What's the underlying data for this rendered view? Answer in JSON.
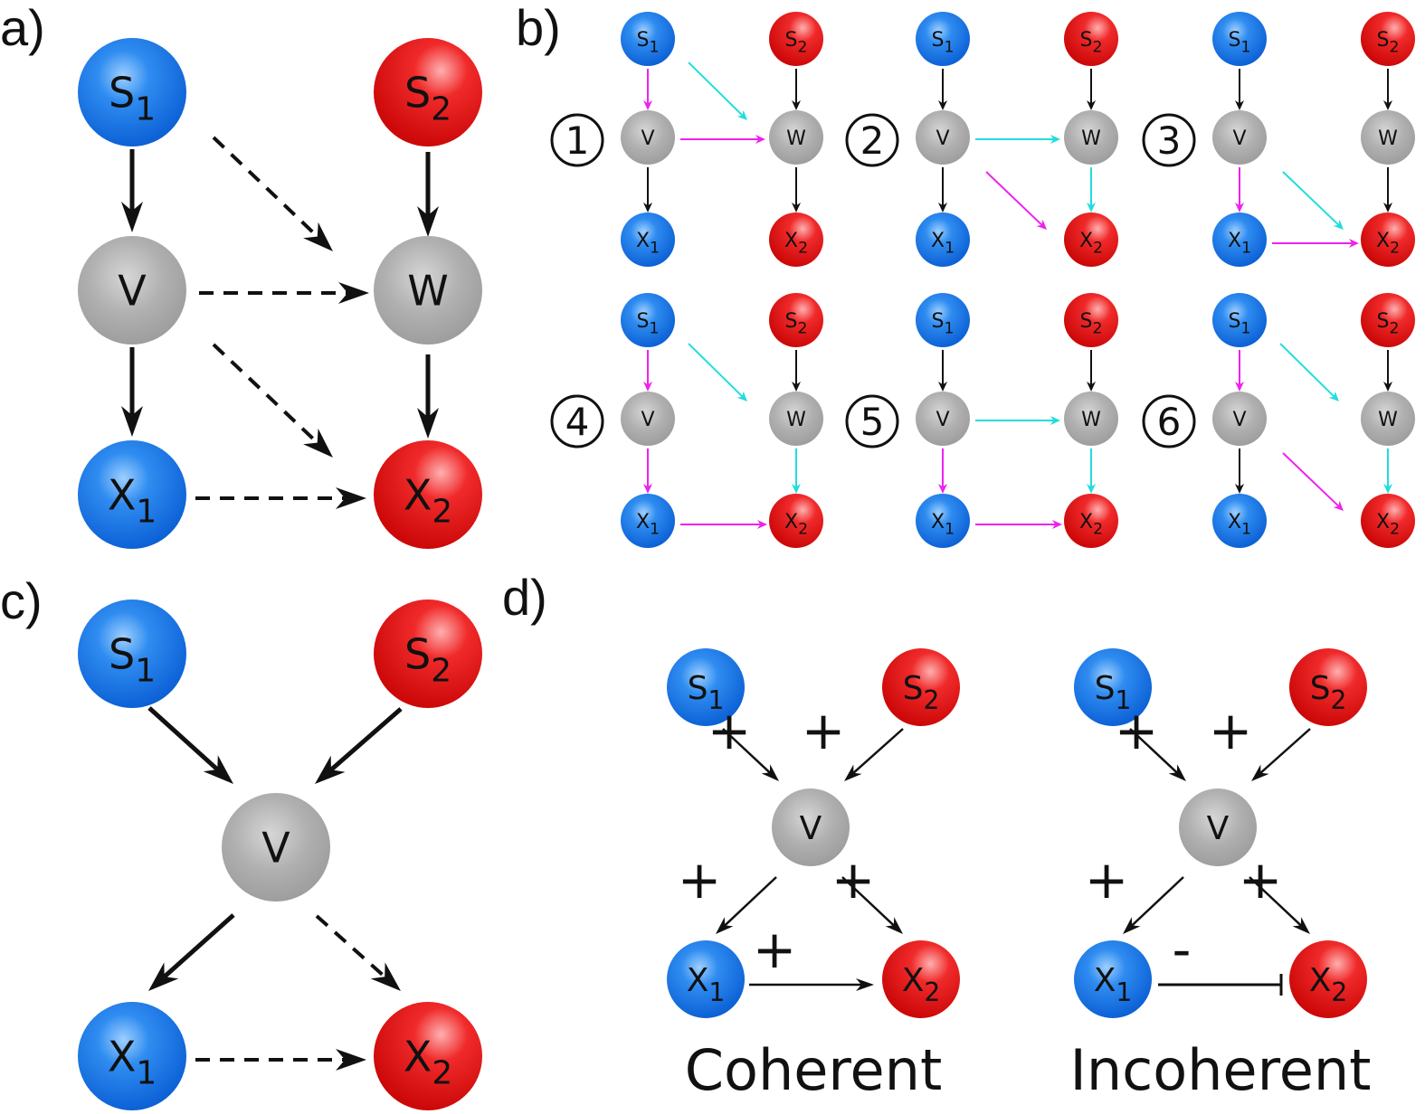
{
  "panels": {
    "a": {
      "label": "a)"
    },
    "b": {
      "label": "b)",
      "motif_numbers": [
        "1",
        "2",
        "3",
        "4",
        "5",
        "6"
      ]
    },
    "c": {
      "label": "c)"
    },
    "d": {
      "label": "d)",
      "coherent": {
        "caption": "Coherent",
        "signs": [
          "+",
          "+",
          "+",
          "+",
          "+"
        ]
      },
      "incoherent": {
        "caption": "Incoherent",
        "signs": [
          "+",
          "+",
          "+",
          "+",
          "-"
        ]
      }
    }
  },
  "nodes": {
    "S1": {
      "main": "S",
      "sub": "1"
    },
    "S2": {
      "main": "S",
      "sub": "2"
    },
    "V": {
      "main": "V",
      "sub": ""
    },
    "W": {
      "main": "W",
      "sub": ""
    },
    "X1": {
      "main": "X",
      "sub": "1"
    },
    "X2": {
      "main": "X",
      "sub": "2"
    }
  },
  "colors": {
    "blue_node": "#1e78e6",
    "red_node": "#e61414",
    "gray_node": "#aaaaaa",
    "arrow": "#111111",
    "magenta_arrow": "#ee22ee",
    "cyan_arrow": "#22dddd"
  }
}
